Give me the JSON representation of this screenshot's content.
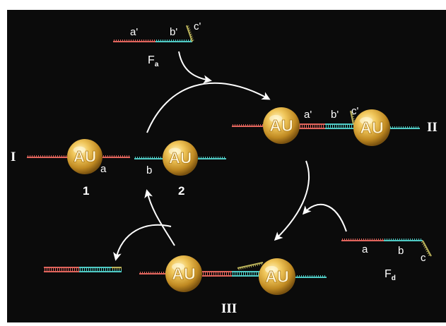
{
  "colors": {
    "background": "#0b0b0b",
    "segment_a": "#e0645c",
    "segment_b": "#4fc9c3",
    "segment_c": "#b9b15a",
    "arrow": "#ffffff",
    "gold": "#d4a237"
  },
  "particle_text": "AU",
  "segments": {
    "a_prime": "a'",
    "b_prime": "b'",
    "c_prime": "c'",
    "a": "a",
    "b": "b",
    "c": "c"
  },
  "strands": {
    "fuel_a": {
      "base": "F",
      "sub": "a"
    },
    "fuel_d": {
      "base": "F",
      "sub": "d"
    }
  },
  "species": {
    "I": "I",
    "II": "II",
    "III": "III",
    "one": "1",
    "two": "2"
  }
}
